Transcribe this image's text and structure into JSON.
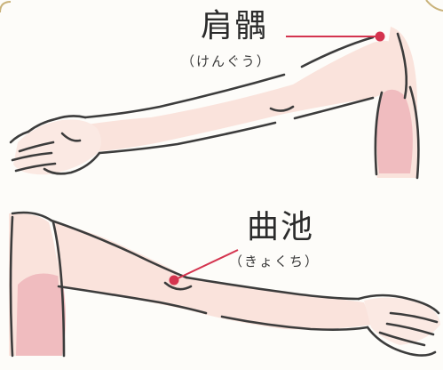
{
  "points": {
    "kengu": {
      "name": "肩髃",
      "reading": "（けんぐう）"
    },
    "kyokuchi": {
      "name": "曲池",
      "reading": "（きょくち）"
    }
  },
  "colors": {
    "background": "#fdfcf9",
    "frame": "#c9b27a",
    "skin": "#fae3dc",
    "shoulder_shade": "#f0bcbf",
    "outline": "#3c3c3c",
    "point_marker": "#d4344f",
    "leader_line": "#d4344f"
  }
}
